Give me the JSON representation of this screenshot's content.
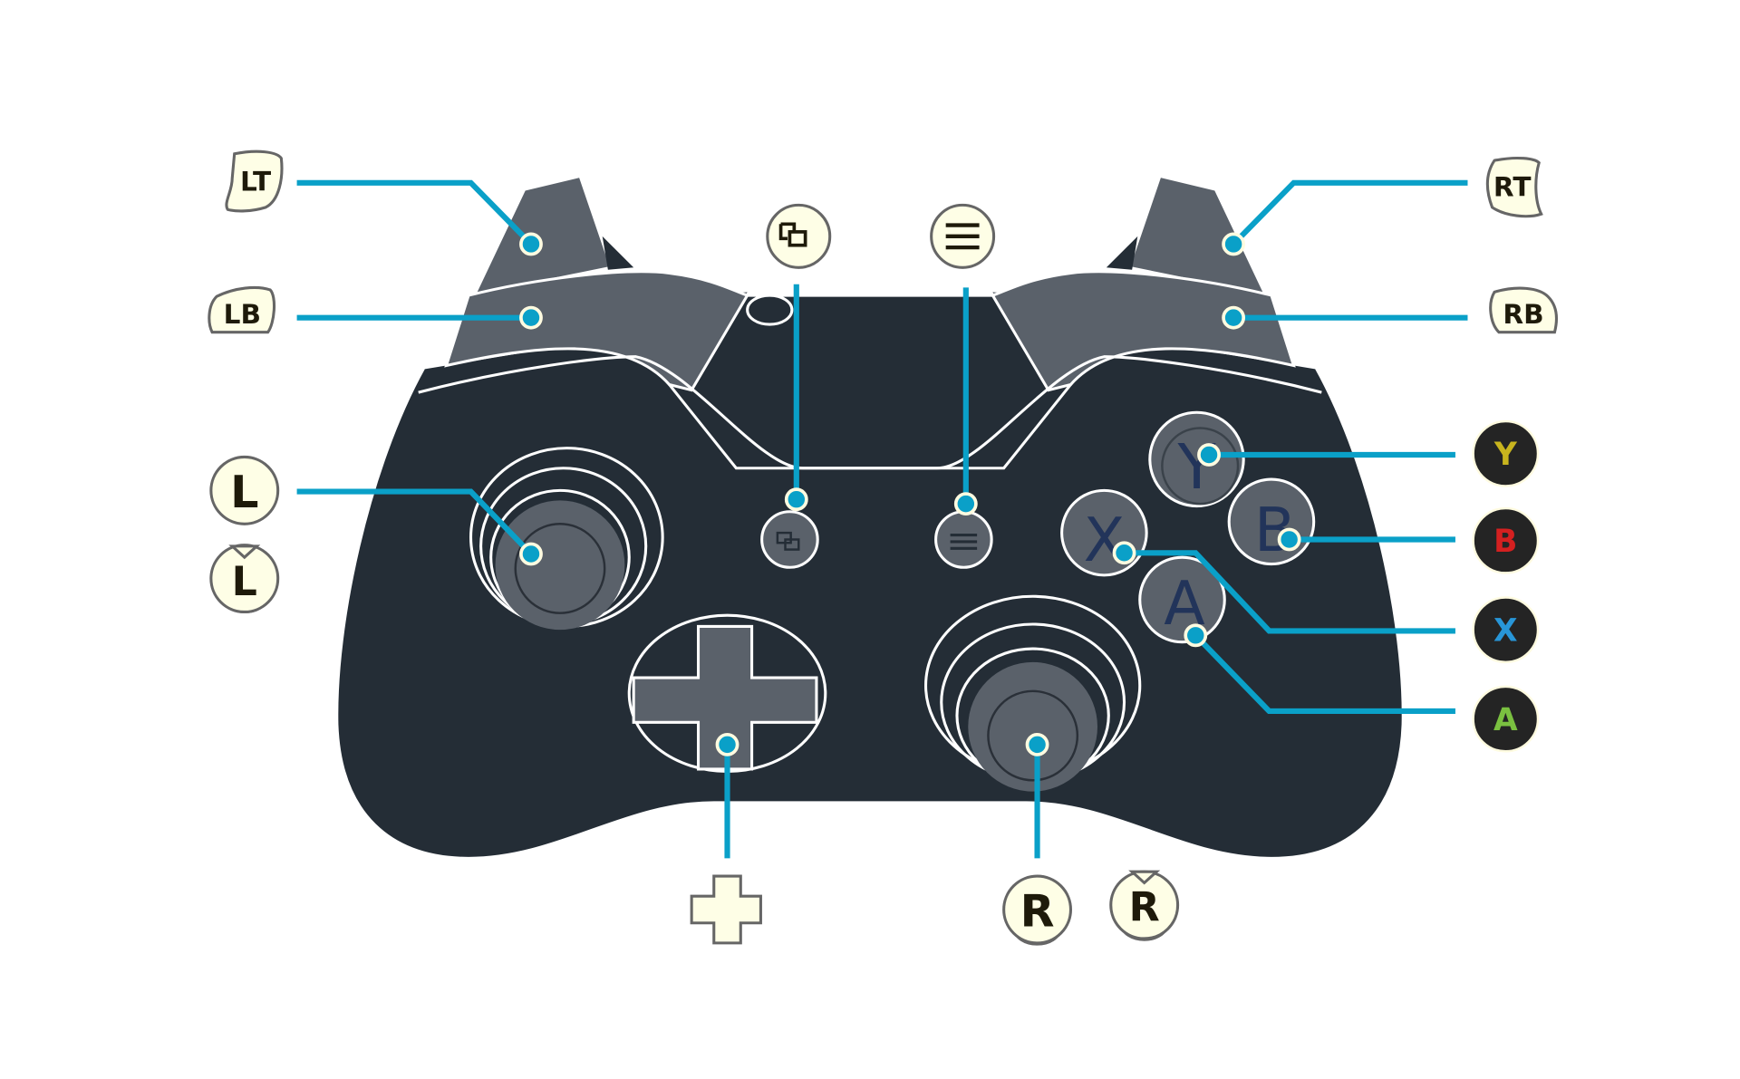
{
  "labels": {
    "lt": "LT",
    "lb": "LB",
    "rt": "RT",
    "rb": "RB",
    "left_stick": "L",
    "left_stick_click": "L",
    "right_stick": "R",
    "right_stick_click": "R",
    "y": "Y",
    "b": "B",
    "x": "X",
    "a": "A"
  },
  "face_buttons": {
    "y": "Y",
    "b": "B",
    "x": "X",
    "a": "A"
  },
  "colors": {
    "body": "#242d36",
    "parts": "#5a616a",
    "callout": "#0aa0c8",
    "badge": "#fefee6",
    "y": "#c8b41e",
    "b": "#d42020",
    "x": "#2896d8",
    "a": "#7ac040"
  }
}
